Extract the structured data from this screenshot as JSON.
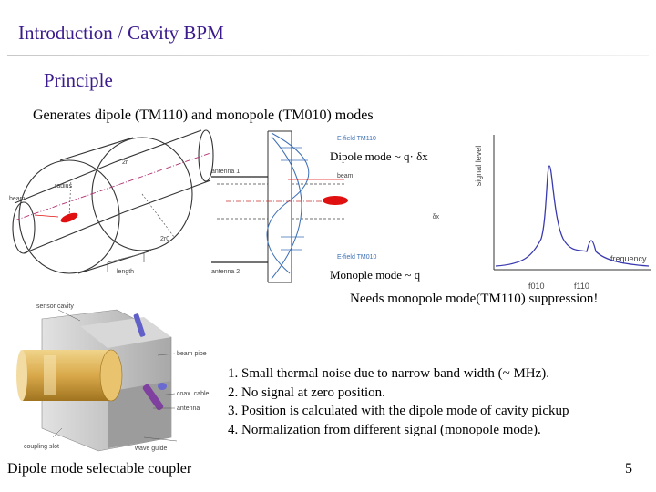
{
  "slide": {
    "title": "Introduction / Cavity BPM",
    "heading": "Principle",
    "subtitle": "Generates dipole (TM110) and monopole (TM010) modes",
    "page_number": "5"
  },
  "cavity_diagram": {
    "labels": [
      "beam",
      "radius",
      "length",
      "2r",
      "2r0"
    ]
  },
  "field_diagram": {
    "e_field_top": "E-field TM110",
    "e_field_bottom": "E-field TM010",
    "antenna1": "antenna 1",
    "antenna2": "antenna 2",
    "beam": "beam",
    "offset": "δx",
    "dipole_label": "Dipole mode ~ q· δx",
    "monopole_label": "Monople mode ~ q"
  },
  "spectrum_plot": {
    "ylabel": "signal level",
    "xlabel": "frequency",
    "tick_f010": "f010",
    "tick_f110": "f110"
  },
  "suppression_note": "Needs monopole mode(TM110)  suppression!",
  "coupler_diagram": {
    "labels": [
      "sensor cavity",
      "beam pipe",
      "coax. cable",
      "antenna",
      "wave guide",
      "coupling slot"
    ],
    "caption": "Dipole mode selectable coupler"
  },
  "points": [
    "1. Small thermal noise due to narrow band width (~ MHz).",
    "2. No signal at zero position.",
    "3. Position is calculated with the dipole mode of cavity pickup",
    "4. Normalization from different signal (monopole mode)."
  ],
  "colors": {
    "title": "#3a1a8c",
    "beam": "#e01010",
    "field": "#3b6fb6",
    "curve": "#3a3ab0"
  }
}
